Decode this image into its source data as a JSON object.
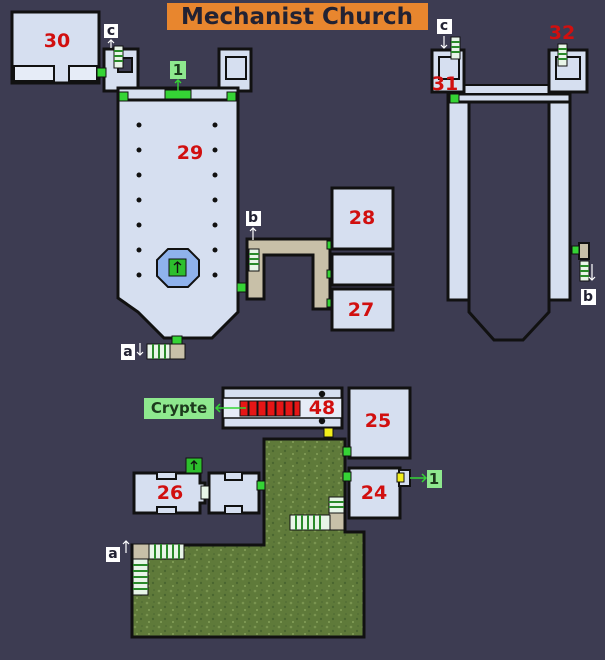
{
  "title": "Mechanist Church",
  "colors": {
    "background": "#3d3c52",
    "room": "#d6dff0",
    "corridor": "#c8c0a8",
    "grass": "#5f7a3a",
    "door": "#35d435",
    "door_yellow": "#f2ee1c",
    "room_number": "#d10f0f",
    "title_bg": "#e8862e",
    "label_green": "#8ee88e",
    "crypt_red": "#e61616"
  },
  "rooms": {
    "r24": "24",
    "r25": "25",
    "r26": "26",
    "r27": "27",
    "r28": "28",
    "r29": "29",
    "r30": "30",
    "r31": "31",
    "r32": "32",
    "r48": "48"
  },
  "markers": {
    "c": "c",
    "b": "b",
    "a": "a",
    "one": "1"
  },
  "labels": {
    "crypt": "Crypte",
    "one_top": "1",
    "one_right": "1"
  },
  "icons": {
    "stairs": "stairs-icon",
    "altar": "altar-icon",
    "pillar": "pillar-icon",
    "arrow": "arrow-icon"
  }
}
